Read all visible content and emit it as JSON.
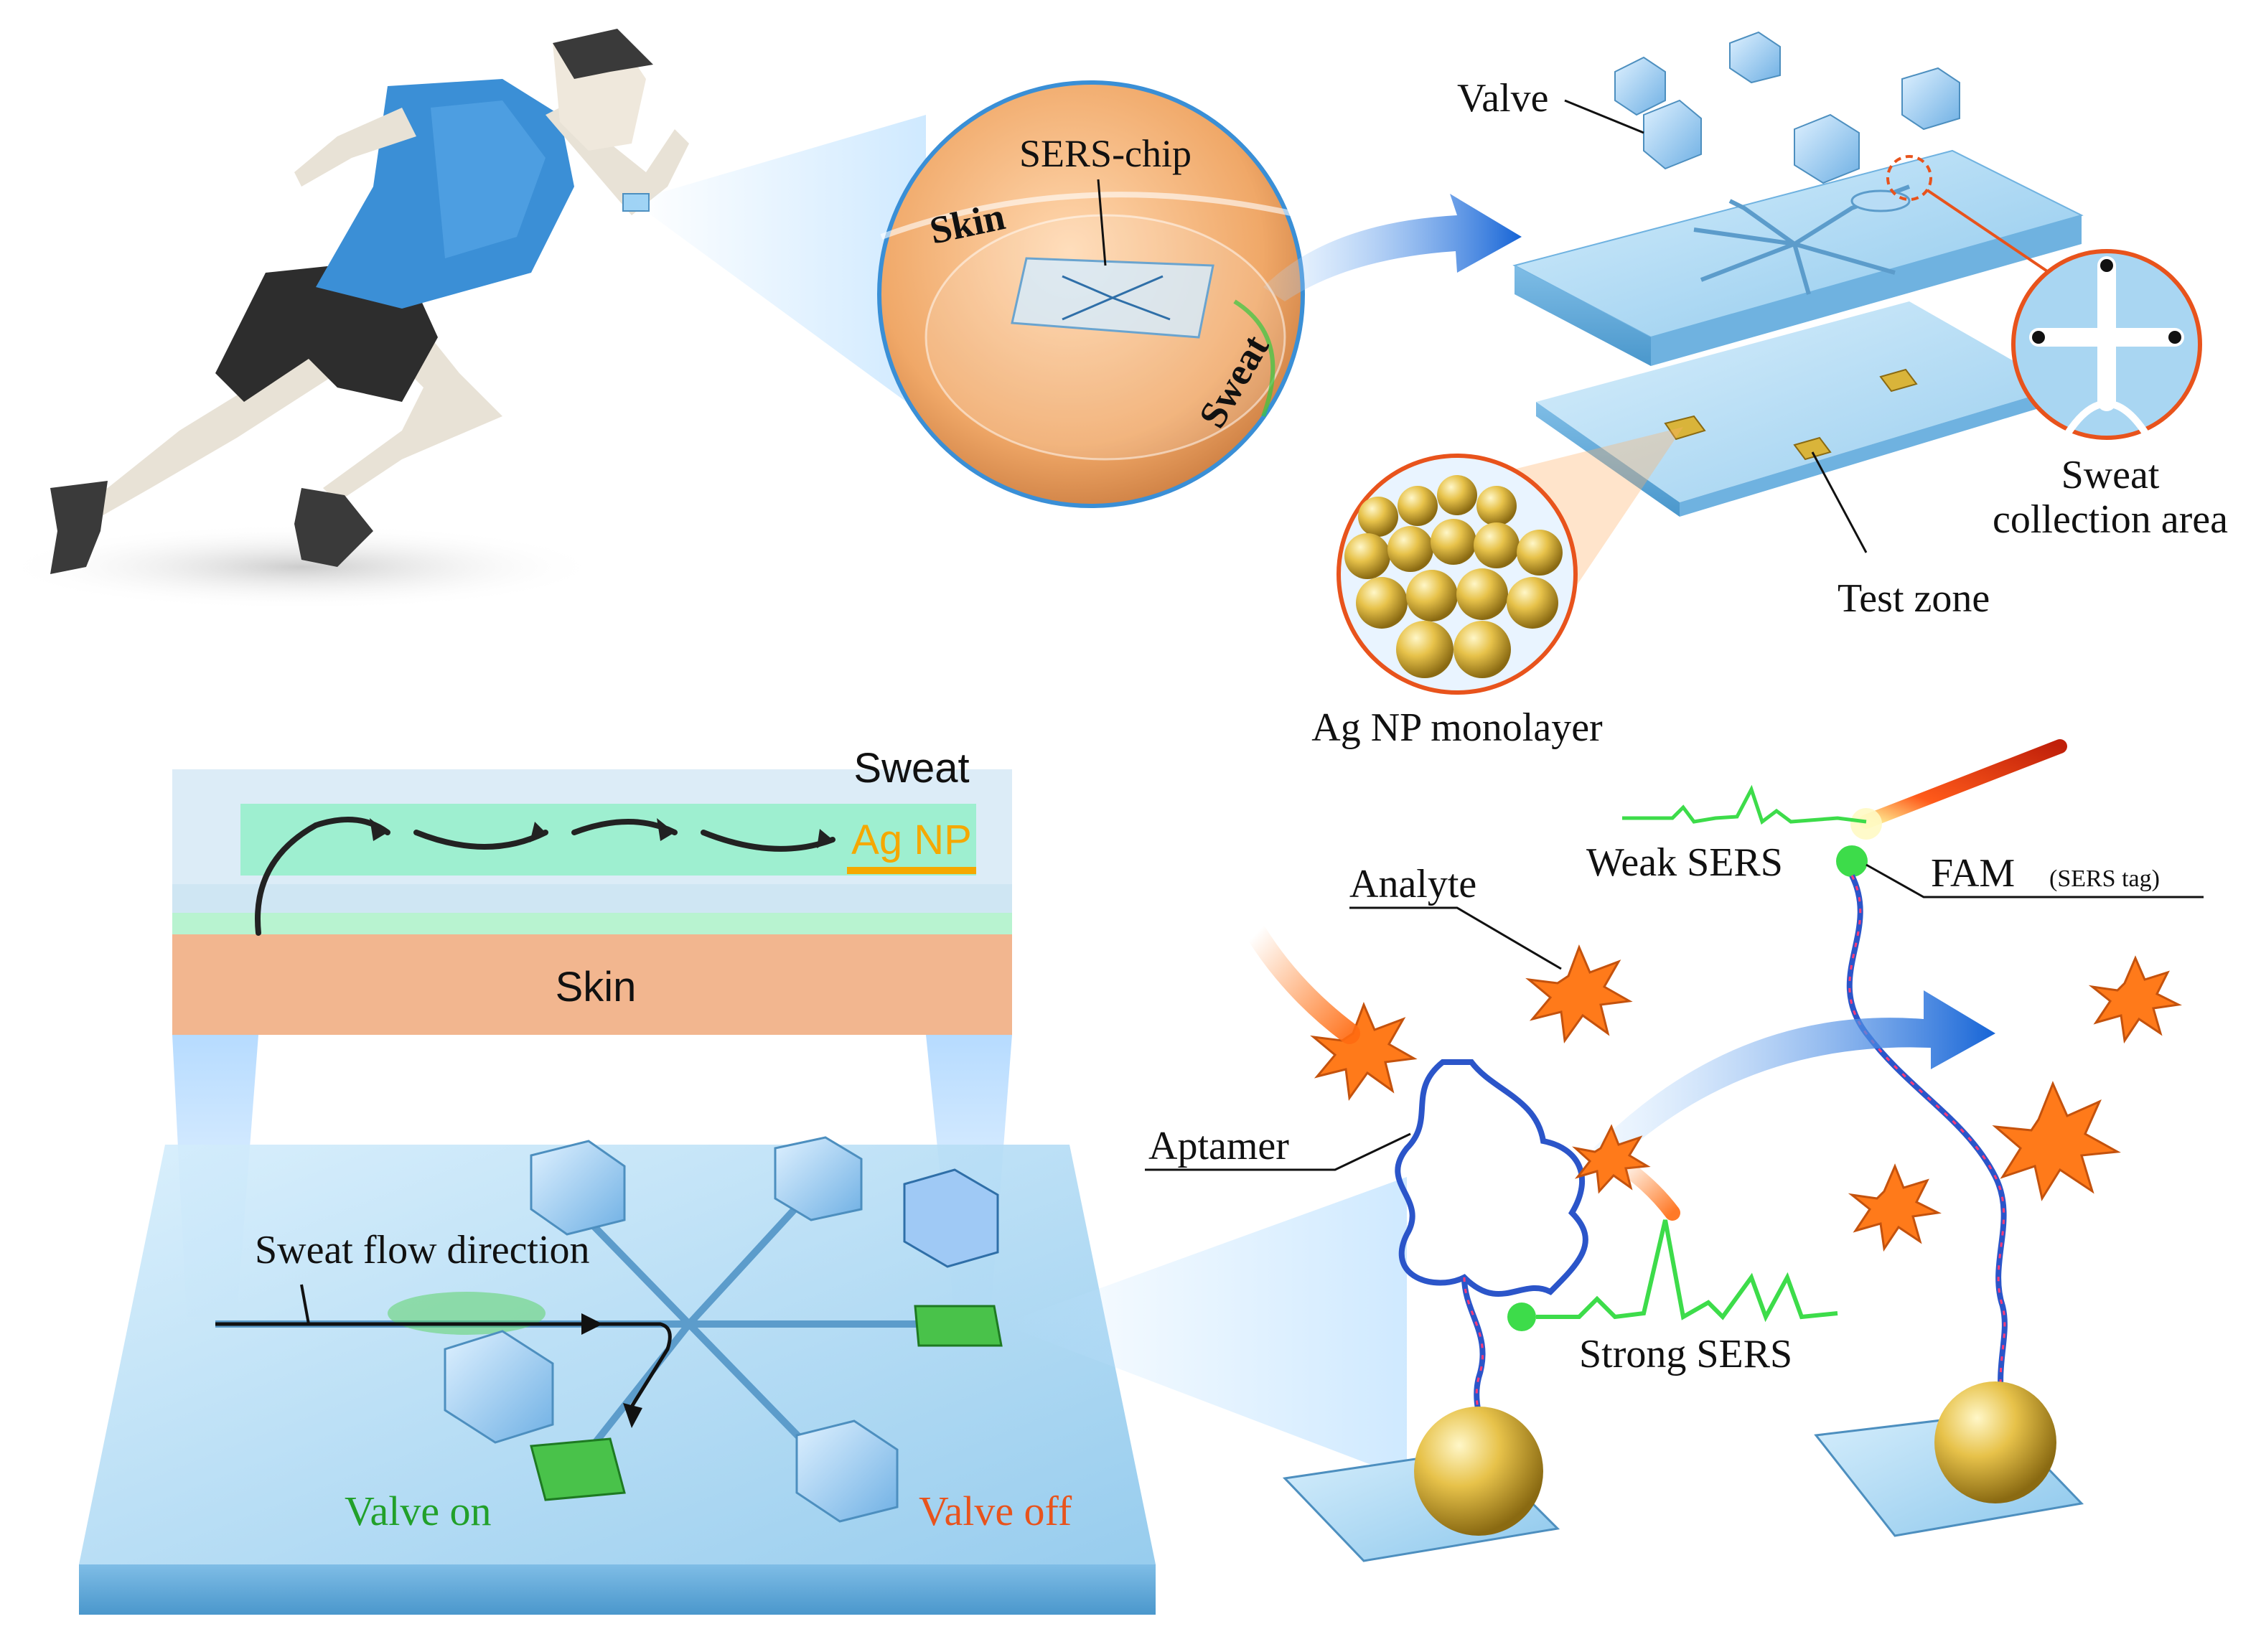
{
  "labels": {
    "sers_chip": "SERS-chip",
    "skin_top": "Skin",
    "sweat_top": "Sweat",
    "valve": "Valve",
    "sweat_collection_line1": "Sweat",
    "sweat_collection_line2": "collection area",
    "test_zone": "Test zone",
    "ag_np_monolayer": "Ag NP monolayer",
    "sweat_cross": "Sweat",
    "ag_np_cross": "Ag NP",
    "skin_cross": "Skin",
    "sweat_flow_direction": "Sweat flow direction",
    "valve_on": "Valve on",
    "valve_off": "Valve off",
    "analyte": "Analyte",
    "aptamer": "Aptamer",
    "weak_sers": "Weak SERS",
    "fam": "FAM",
    "fam_tag": "(SERS tag)",
    "strong_sers": "Strong SERS"
  },
  "colors": {
    "valve_on": "#22a02a",
    "valve_off": "#e8531c",
    "ag_np": "#f5a800",
    "arrow_blue": "#1e6fd9",
    "fam_green": "#3ddc4a",
    "analyte_orange": "#ff7a1a",
    "gold": "#d9b43a",
    "skin_tan": "#f0b98f",
    "glass_blue": "#a9d6f2"
  }
}
